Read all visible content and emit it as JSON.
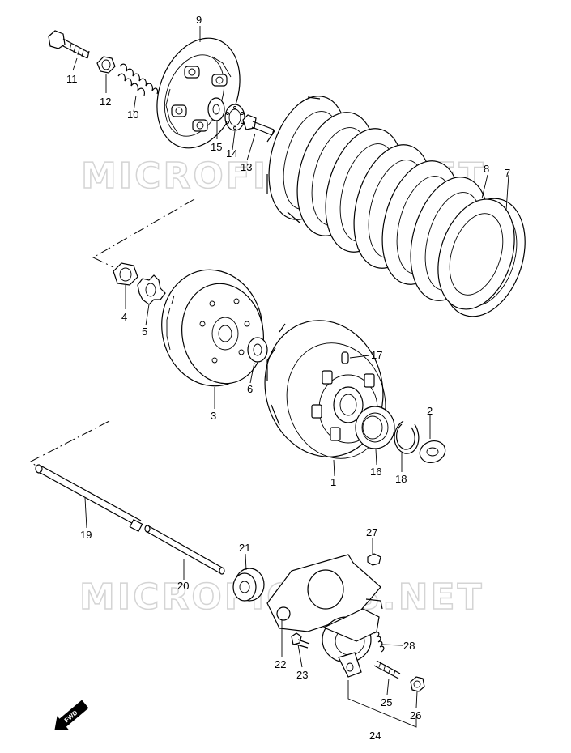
{
  "watermarks": [
    "MICROFICHES.NET",
    "MICROFICHES.NET"
  ],
  "fwd_label": "FWD",
  "callouts": [
    "1",
    "2",
    "3",
    "4",
    "5",
    "6",
    "7",
    "8",
    "9",
    "10",
    "11",
    "12",
    "13",
    "14",
    "15",
    "16",
    "17",
    "18",
    "19",
    "20",
    "21",
    "22",
    "23",
    "24",
    "25",
    "26",
    "27",
    "28"
  ]
}
